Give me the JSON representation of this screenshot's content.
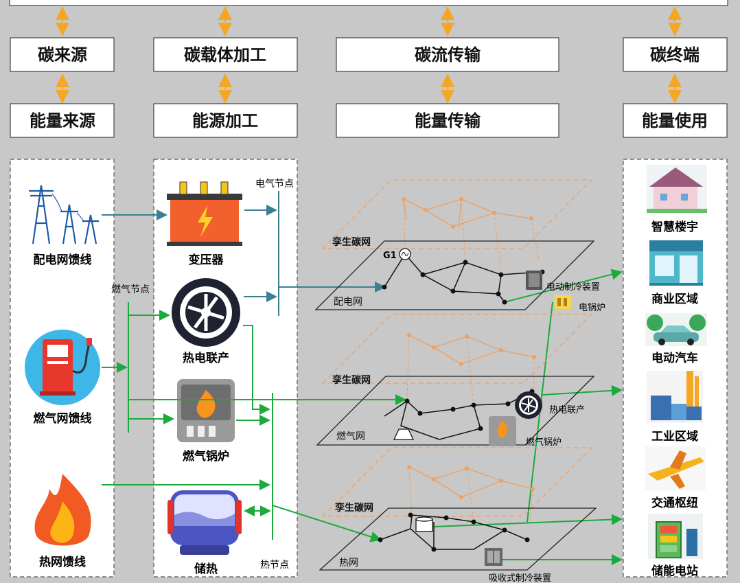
{
  "top_row": {
    "carbon_source": "碳来源",
    "carbon_carrier": "碳载体加工",
    "carbon_flow": "碳流传输",
    "carbon_terminal": "碳终端"
  },
  "bottom_row": {
    "energy_source": "能量来源",
    "energy_processing": "能源加工",
    "energy_transmission": "能量传输",
    "energy_use": "能量使用"
  },
  "sources": {
    "grid_feeder": "配电网馈线",
    "gas_feeder": "燃气网馈线",
    "heat_feeder": "热网馈线"
  },
  "processing": {
    "transformer": "变压器",
    "chp": "热电联产",
    "gas_boiler": "燃气锅炉",
    "heat_storage": "储热",
    "electric_node": "电气节点",
    "gas_node": "燃气节点",
    "heat_node": "热节点"
  },
  "networks": {
    "twin_carbon_1": "孪生碳网",
    "twin_carbon_2": "孪生碳网",
    "twin_carbon_3": "孪生碳网",
    "power_grid": "配电网",
    "gas_grid": "燃气网",
    "heat_grid": "热网",
    "generator": "G1",
    "electric_chiller": "电动制冷装置",
    "electric_boiler": "电锅炉",
    "chp_unit": "热电联产",
    "gas_boiler_unit": "燃气锅炉",
    "absorption_chiller": "吸收式制冷装置"
  },
  "terminals": {
    "smart_building": "智慧楼宇",
    "commercial_area": "商业区域",
    "electric_vehicle": "电动汽车",
    "industrial_area": "工业区域",
    "transport_hub": "交通枢纽",
    "storage_station": "储能电站"
  },
  "colors": {
    "background": "#c8c8c8",
    "orange": "#f5a623",
    "green": "#1aab3c",
    "teal": "#3a7f96",
    "twin": "#f0a060"
  }
}
